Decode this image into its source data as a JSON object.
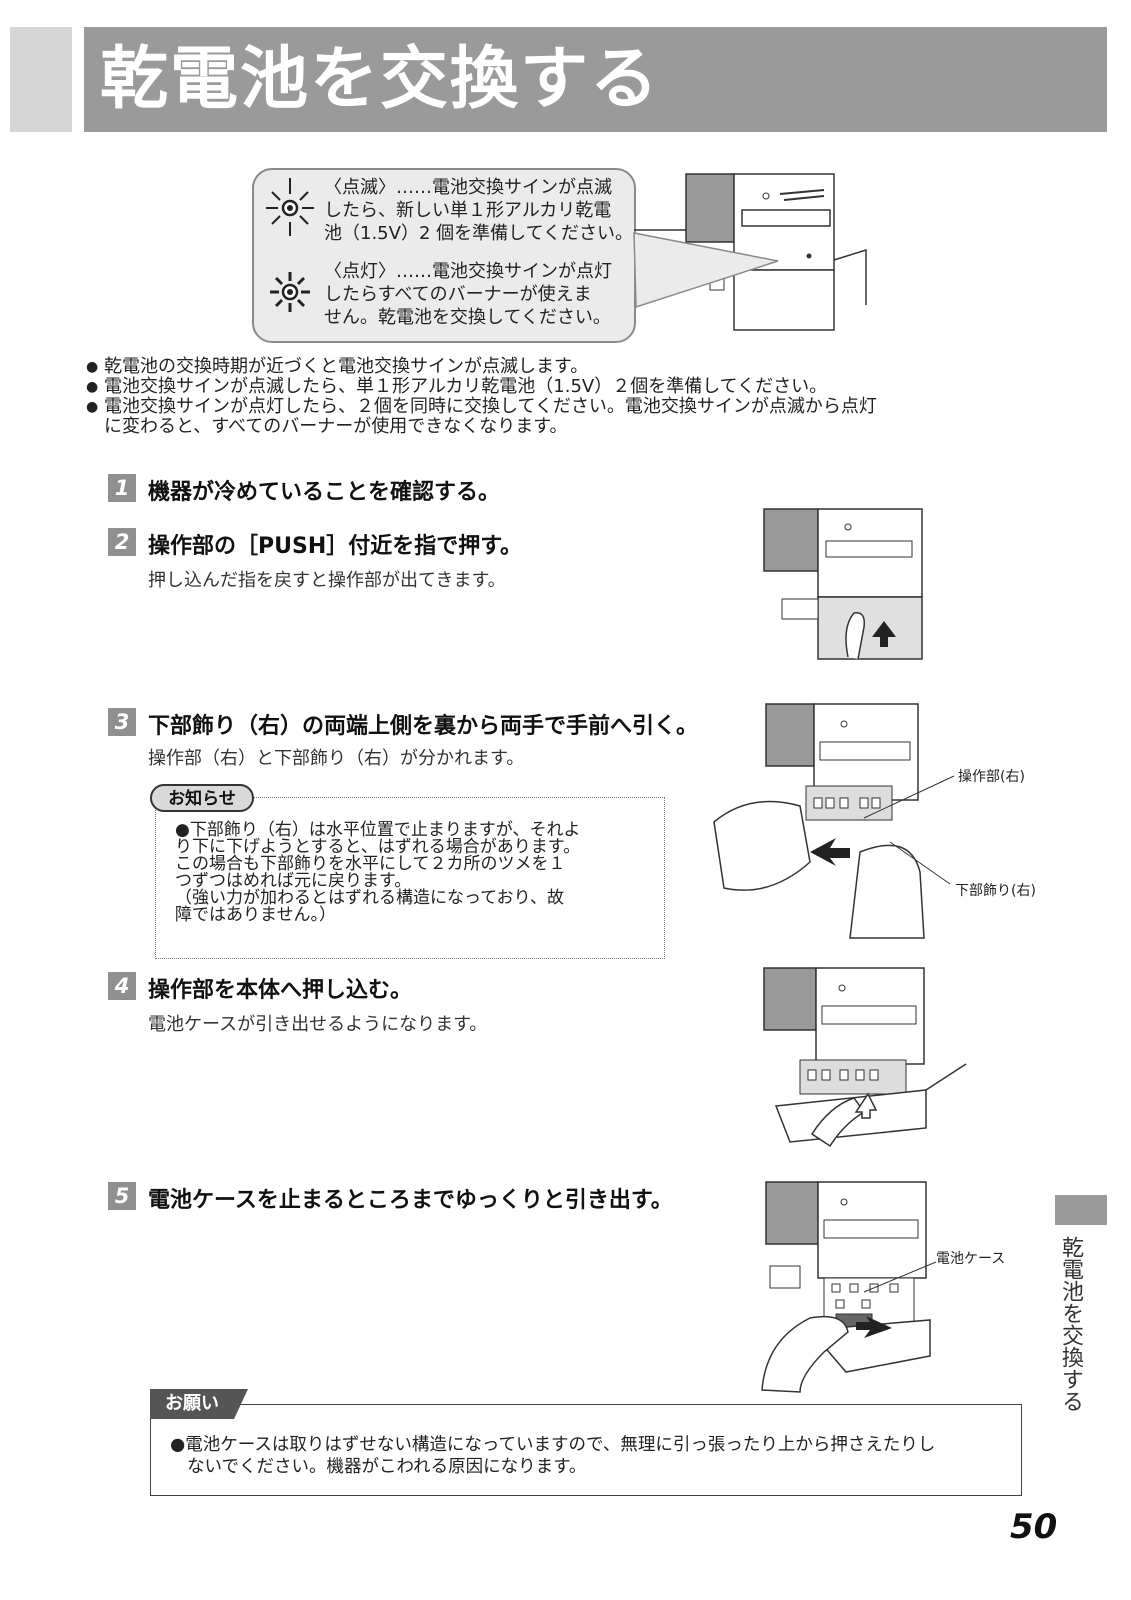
{
  "header": {
    "title": "乾電池を交換する"
  },
  "callout": {
    "blink": [
      "〈点滅〉……電池交換サインが点滅",
      "したら、新しい単１形アルカリ乾電",
      "池（1.5V）2 個を準備してください。"
    ],
    "lit": [
      "〈点灯〉……電池交換サインが点灯",
      "したらすべてのバーナーが使えま",
      "せん。乾電池を交換してください。"
    ]
  },
  "bullets": [
    "乾電池の交換時期が近づくと電池交換サインが点滅します。",
    "電池交換サインが点滅したら、単１形アルカリ乾電池（1.5V）２個を準備してください。",
    "電池交換サインが点灯したら、２個を同時に交換してください。電池交換サインが点滅から点灯",
    "に変わると、すべてのバーナーが使用できなくなります。"
  ],
  "steps": [
    {
      "num": "1",
      "title": "機器が冷めていることを確認する。",
      "sub": ""
    },
    {
      "num": "2",
      "title": "操作部の［PUSH］付近を指で押す。",
      "sub": "押し込んだ指を戻すと操作部が出てきます。"
    },
    {
      "num": "3",
      "title": "下部飾り（右）の両端上側を裏から両手で手前へ引く。",
      "sub": "操作部（右）と下部飾り（右）が分かれます。"
    },
    {
      "num": "4",
      "title": "操作部を本体へ押し込む。",
      "sub": "電池ケースが引き出せるようになります。"
    },
    {
      "num": "5",
      "title": "電池ケースを止まるところまでゆっくりと引き出す。",
      "sub": ""
    }
  ],
  "notice": {
    "tag": "お知らせ",
    "lines": [
      "●下部飾り（右）は水平位置で止まりますが、それよ",
      "り下に下げようとすると、はずれる場合があります。",
      "この場合も下部飾りを水平にして２カ所のツメを１",
      "つずつはめれば元に戻ります。",
      "（強い力が加わるとはずれる構造になっており、故",
      "障ではありません。）"
    ]
  },
  "figure_labels": {
    "control_right": "操作部(右)",
    "lower_trim_right": "下部飾り(右)",
    "battery_case": "電池ケース"
  },
  "request": {
    "tag": "お願い",
    "lines": [
      "●電池ケースは取りはずせない構造になっていますので、無理に引っ張ったり上から押さえたりし",
      "ないでください。機器がこわれる原因になります。"
    ]
  },
  "side_tab": {
    "label": "乾電池を交換する"
  },
  "page_number": "50"
}
